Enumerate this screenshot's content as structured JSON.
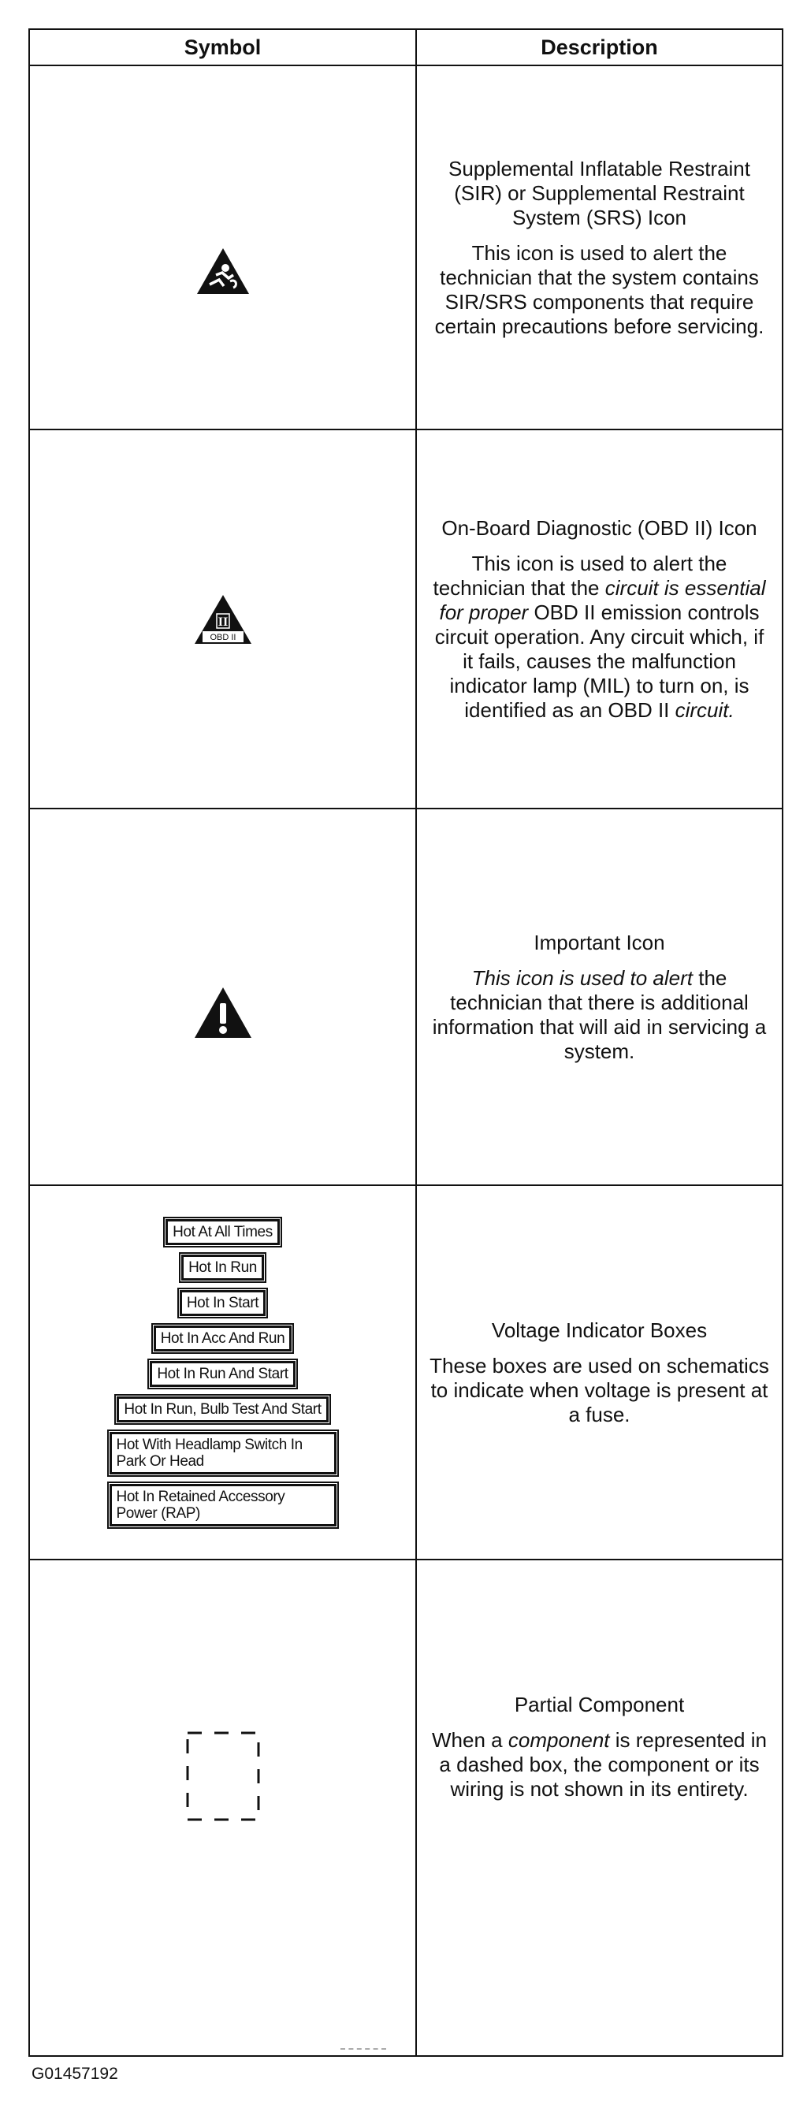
{
  "table": {
    "headers": {
      "symbol": "Symbol",
      "description": "Description"
    },
    "rows": [
      {
        "icon": "sir-airbag-warning-icon",
        "title": "Supplemental Inflatable Restraint (SIR) or Supplemental Restraint System (SRS) Icon",
        "body": "This icon is used to alert the technician that the system contains SIR/SRS components that require certain precautions before servicing."
      },
      {
        "icon": "obd-ii-warning-icon",
        "icon_label": "OBD II",
        "title": "On-Board Diagnostic (OBD II) Icon",
        "body_plain": "This icon is used to alert the technician that the",
        "body_italic": "circuit is essential for proper",
        "body_plain2": "OBD II emission controls circuit operation. Any circuit which, if it fails, causes the malfunction indicator lamp (MIL) to turn on, is identified as an OBD II",
        "body_italic2": "circuit."
      },
      {
        "icon": "important-exclamation-icon",
        "title": "Important Icon",
        "body_italic": "This icon is used to alert",
        "body_plain": "the technician that there is additional information that will aid in servicing a system."
      },
      {
        "icon": "voltage-indicator-boxes",
        "boxes": [
          "Hot At All Times",
          "Hot In Run",
          "Hot In Start",
          "Hot In Acc And Run",
          "Hot In Run And Start",
          "Hot In Run, Bulb Test And Start",
          "Hot With Headlamp Switch In Park Or Head",
          "Hot In Retained Accessory Power (RAP)"
        ],
        "title": "Voltage Indicator Boxes",
        "body": "These boxes are used on schematics to indicate when voltage is present at a fuse."
      },
      {
        "icon": "dashed-box-icon",
        "title": "Partial Component",
        "body_plain": "When a",
        "body_italic": "component",
        "body_plain2": "is represented in a dashed box, the component or its wiring is not shown in its entirety."
      }
    ]
  },
  "footer": {
    "figure_id": "G01457192"
  }
}
